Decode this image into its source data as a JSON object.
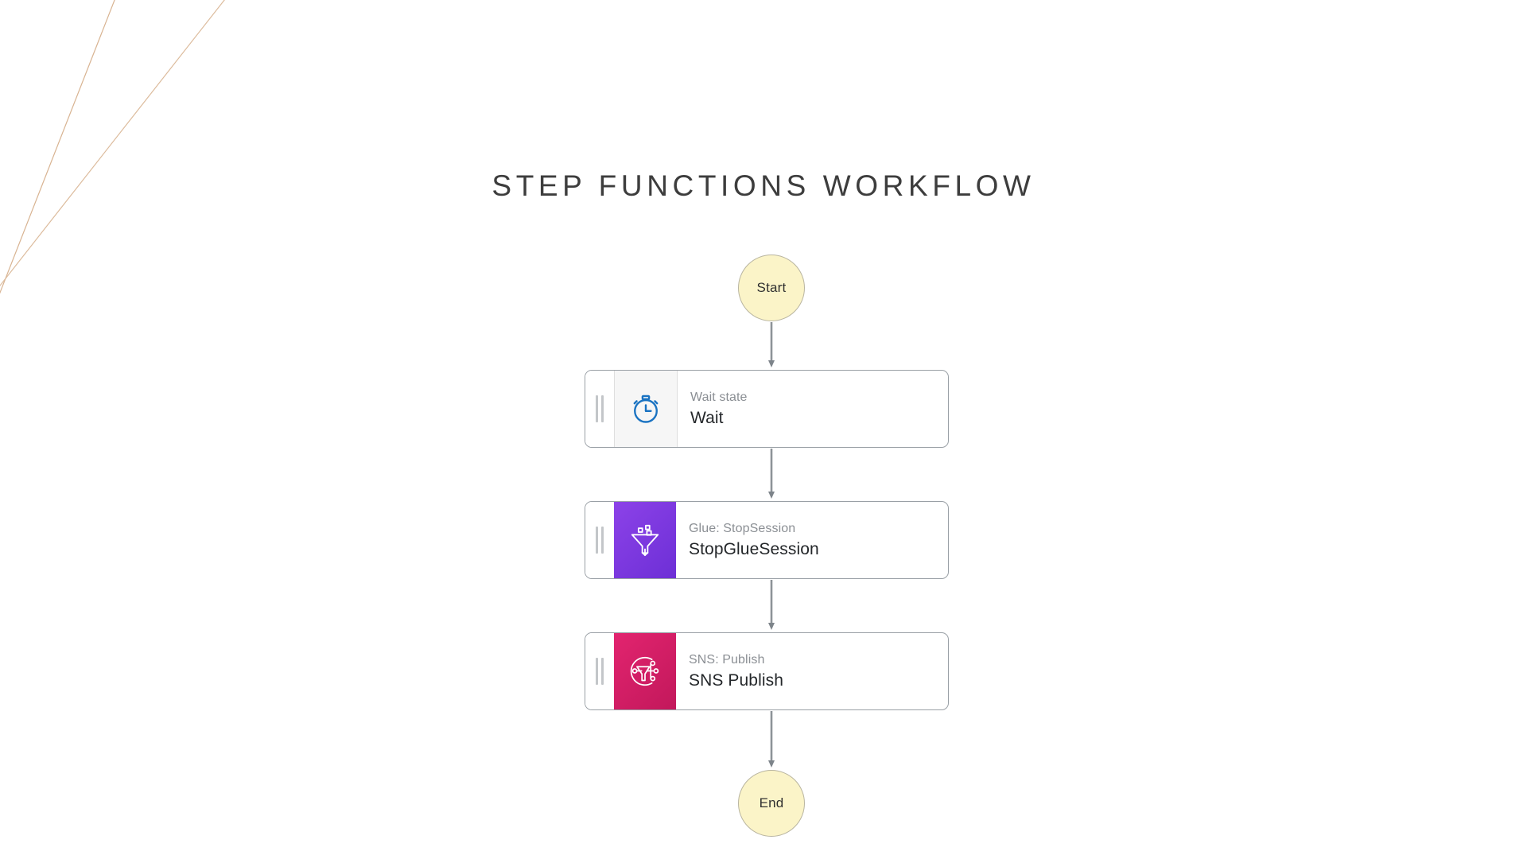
{
  "page": {
    "title": "STEP FUNCTIONS WORKFLOW",
    "background_color": "#ffffff"
  },
  "colors": {
    "terminal_fill": "#fbf4c8",
    "terminal_border": "#b9b5a0",
    "card_border": "#9aa0a6",
    "connector": "#888e93",
    "glue_tile": "#7b35de",
    "sns_tile": "#d21f63",
    "wait_icon": "#1a73c2",
    "subtitle_text": "#8b8f94",
    "title_text": "#24272a",
    "deco_line": "#d4b08c"
  },
  "workflow": {
    "start_node": {
      "label": "Start",
      "icon": "start-circle-icon"
    },
    "end_node": {
      "label": "End",
      "icon": "end-circle-icon"
    },
    "states": [
      {
        "id": "wait",
        "subtitle": "Wait state",
        "title": "Wait",
        "icon": "stopwatch-icon",
        "tile_style": "tile-wait"
      },
      {
        "id": "glue",
        "subtitle": "Glue: StopSession",
        "title": "StopGlueSession",
        "icon": "aws-glue-funnel-icon",
        "tile_style": "tile-glue"
      },
      {
        "id": "sns",
        "subtitle": "SNS: Publish",
        "title": "SNS Publish",
        "icon": "aws-sns-megaphone-icon",
        "tile_style": "tile-sns"
      }
    ],
    "connectors": [
      {
        "from": "start",
        "to": "wait"
      },
      {
        "from": "wait",
        "to": "glue"
      },
      {
        "from": "glue",
        "to": "sns"
      },
      {
        "from": "sns",
        "to": "end"
      }
    ],
    "drag_handle_label": "drag handle"
  }
}
